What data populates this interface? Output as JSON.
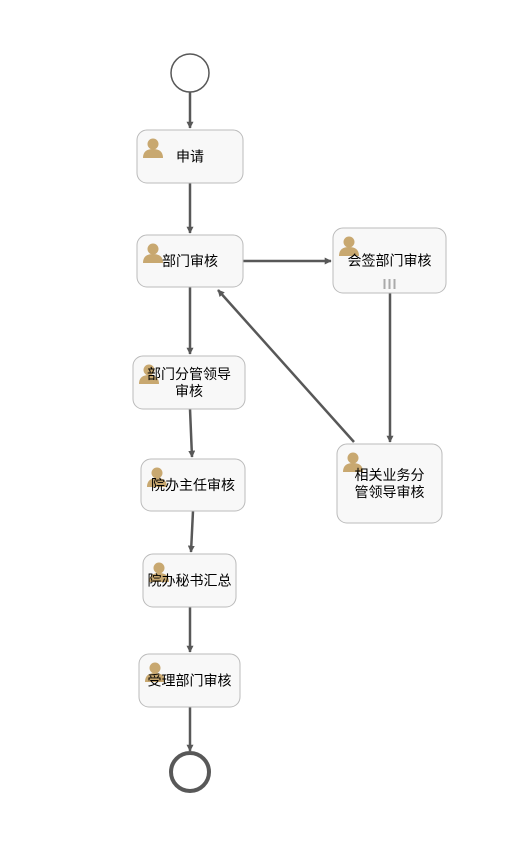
{
  "diagram": {
    "type": "bpmn-process",
    "events": {
      "start": "start-event",
      "end": "end-event"
    },
    "tasks": [
      {
        "id": "t1",
        "lines": [
          "申请"
        ],
        "icon": "user-icon",
        "multi_instance": false
      },
      {
        "id": "t2",
        "lines": [
          "部门审核"
        ],
        "icon": "user-icon",
        "multi_instance": false
      },
      {
        "id": "t3",
        "lines": [
          "会签部门审核"
        ],
        "icon": "user-icon",
        "multi_instance": true
      },
      {
        "id": "t4",
        "lines": [
          "部门分管领导",
          "审核"
        ],
        "icon": "user-icon",
        "multi_instance": false
      },
      {
        "id": "t5",
        "lines": [
          "院办主任审核"
        ],
        "icon": "user-icon",
        "multi_instance": false
      },
      {
        "id": "t6",
        "lines": [
          "相关业务分",
          "管领导审核"
        ],
        "icon": "user-icon",
        "multi_instance": false
      },
      {
        "id": "t7",
        "lines": [
          "院办秘书汇总"
        ],
        "icon": "user-icon",
        "multi_instance": false
      },
      {
        "id": "t8",
        "lines": [
          "受理部门审核"
        ],
        "icon": "user-icon",
        "multi_instance": false
      }
    ],
    "flows": [
      {
        "from": "start",
        "to": "t1"
      },
      {
        "from": "t1",
        "to": "t2"
      },
      {
        "from": "t2",
        "to": "t3"
      },
      {
        "from": "t2",
        "to": "t4"
      },
      {
        "from": "t3",
        "to": "t6"
      },
      {
        "from": "t6",
        "to": "t2"
      },
      {
        "from": "t4",
        "to": "t5"
      },
      {
        "from": "t5",
        "to": "t7"
      },
      {
        "from": "t7",
        "to": "t8"
      },
      {
        "from": "t8",
        "to": "end"
      }
    ],
    "colors": {
      "task_fill": "#f8f8f8",
      "task_stroke": "#bbbbbb",
      "flow": "#585858",
      "user_icon": "#c8a870",
      "end_event": "#585858",
      "start_event": "#585858"
    }
  }
}
